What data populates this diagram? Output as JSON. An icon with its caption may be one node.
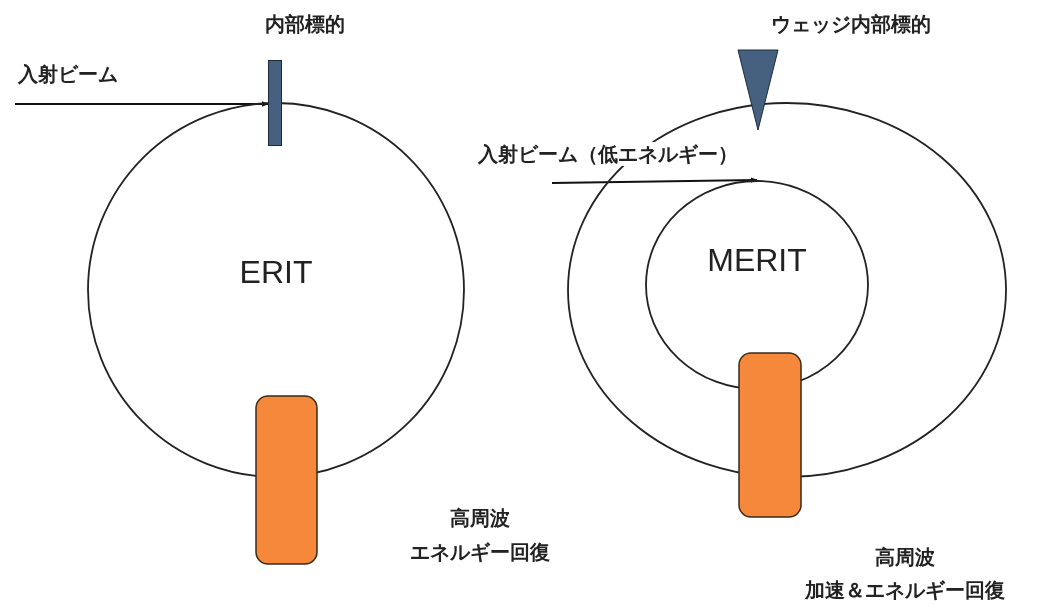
{
  "diagram": {
    "nodes": [
      {
        "text": [
          "ERIT"
        ]
      },
      {
        "text": [
          "内部標的"
        ]
      },
      {
        "text": [],
        "shape": "box"
      },
      {
        "text": [],
        "shape": "circle"
      },
      {
        "text": [
          "MERIT"
        ],
        "in": 3
      },
      {
        "text": [
          "ウェッジ内部標的"
        ]
      },
      {
        "text": [],
        "shape": "box"
      }
    ],
    "labels": [
      "高周波",
      "エネルギー回復",
      "高周波",
      "加速＆エネルギー回復"
    ],
    "edges": [
      {
        "from": null,
        "to": 1,
        "arrow": "to",
        "label": "入射ビーム"
      },
      {
        "from": null,
        "to": 4,
        "arrow": "to",
        "label": "入射ビーム（低エネルギー）"
      }
    ]
  }
}
